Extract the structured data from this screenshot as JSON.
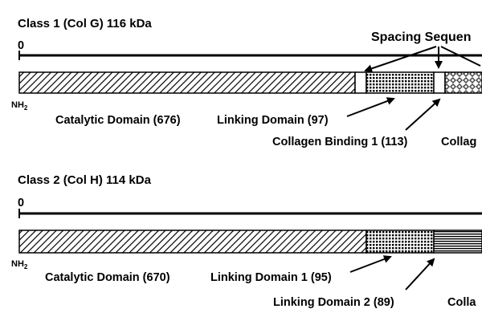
{
  "class1": {
    "title": "Class 1 (Col G) 116 kDa",
    "zero": "0",
    "nh2": "NH",
    "nh2_sub": "2",
    "spacing_label": "Spacing Sequen",
    "domains": [
      {
        "label": "Catalytic Domain (676)",
        "pattern": "diagonal-hatch"
      },
      {
        "label": "Linking Domain (97)",
        "pattern": "grid"
      },
      {
        "label": "Collagen Binding 1 (113)",
        "pattern": "diamond"
      },
      {
        "label": "Collag",
        "pattern": ""
      }
    ]
  },
  "class2": {
    "title": "Class 2 (Col H) 114 kDa",
    "zero": "0",
    "nh2": "NH",
    "nh2_sub": "2",
    "domains": [
      {
        "label": "Catalytic Domain (670)",
        "pattern": "diagonal-hatch"
      },
      {
        "label": "Linking Domain 1 (95)",
        "pattern": "grid"
      },
      {
        "label": "Linking Domain 2 (89)",
        "pattern": "horizontal-lines"
      },
      {
        "label": "Colla",
        "pattern": ""
      }
    ]
  }
}
